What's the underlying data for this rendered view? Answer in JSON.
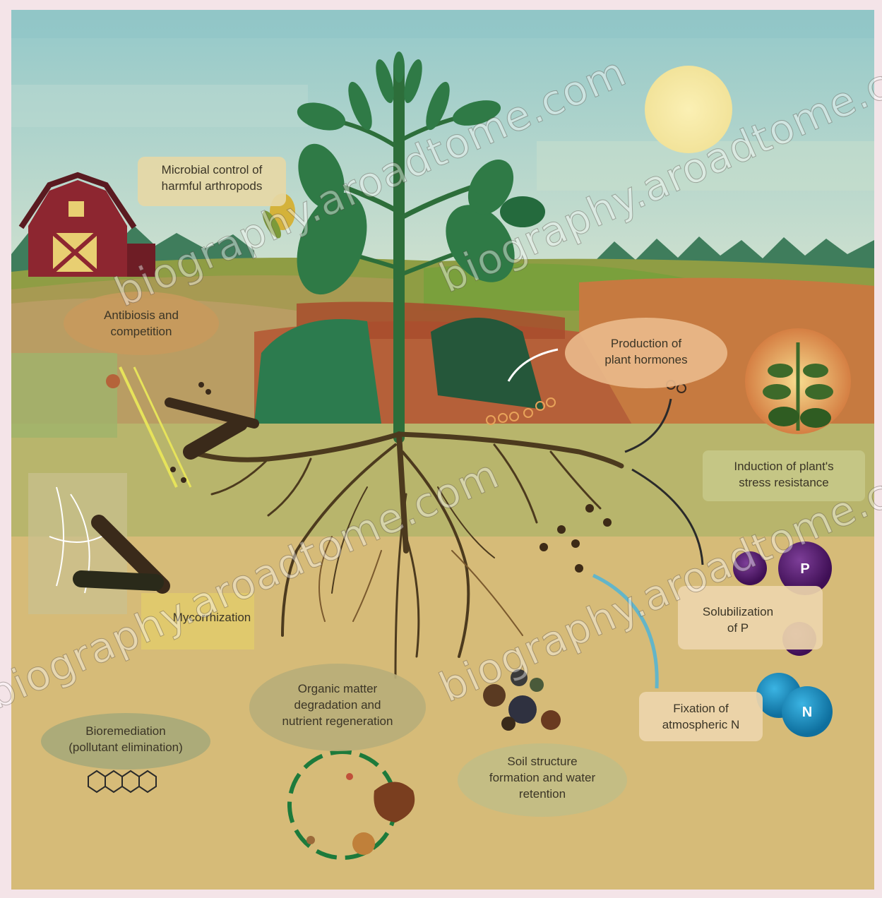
{
  "colors": {
    "sky": "#a9d3d4",
    "sun": "#f6e8a2",
    "field_green": "#93a14a",
    "soil_red": "#b5633a",
    "soil_orange": "#c87c40",
    "topsoil": "#bdb86f",
    "subsoil": "#d6bb78",
    "plant_stem": "#2e6f3a",
    "leaf": "#2f7a46",
    "root": "#4c3a1e",
    "label_bg": "#e3cf94",
    "phosphorus": "#5a1f72",
    "nitrogen": "#1c8ec2"
  },
  "icons": [
    "barn-icon",
    "sun-icon",
    "plant-icon",
    "phosphorus-molecule-icon",
    "nitrogen-molecule-icon",
    "organic-matter-cycle-icon",
    "soil-aggregate-icon",
    "pollutant-molecule-icon"
  ],
  "labels": {
    "microbial_control": [
      "Microbial control of",
      "harmful arthropods"
    ],
    "antibiosis": [
      "Antibiosis and",
      "competition"
    ],
    "plant_hormones": [
      "Production of",
      "plant hormones"
    ],
    "stress_resistance": [
      "Induction of plant's",
      "stress resistance"
    ],
    "mycorrhization": "Mycorrhization",
    "solubilization_p": [
      "Solubilization",
      "of P"
    ],
    "fixation_n": [
      "Fixation of",
      "atmospheric N"
    ],
    "organic_matter": [
      "Organic matter",
      "degradation and",
      "nutrient regeneration"
    ],
    "soil_structure": [
      "Soil structure",
      "formation and water",
      "retention"
    ],
    "bioremediation": [
      "Bioremediation",
      "(pollutant elimination)"
    ],
    "p_symbol": "P",
    "n_symbol": "N"
  },
  "watermark": "biography.aroadtome.com"
}
